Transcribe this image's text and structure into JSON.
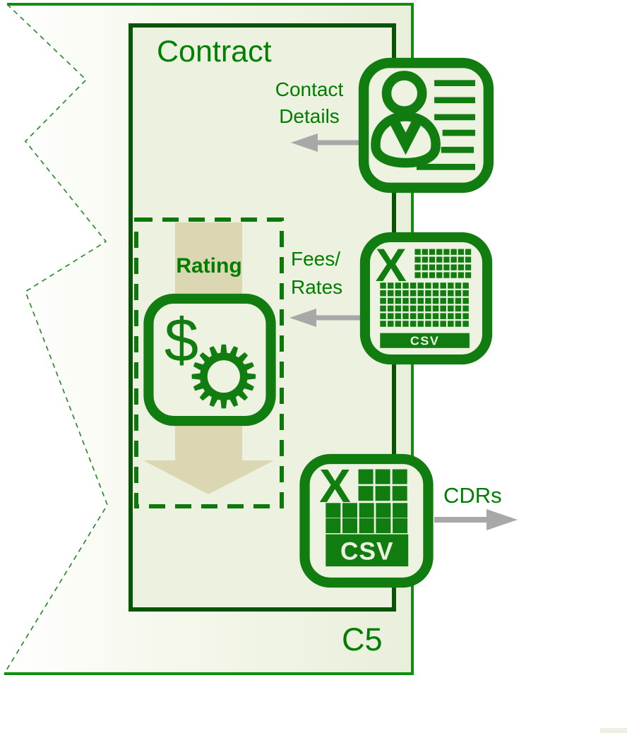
{
  "contract": {
    "title": "Contract",
    "tag": "C5"
  },
  "rating": {
    "label": "Rating",
    "currency_symbol": "$"
  },
  "flows": [
    {
      "id": "contact-details",
      "lines": [
        "Contact",
        "Details"
      ],
      "direction": "in",
      "icon": "contact-card"
    },
    {
      "id": "fees-rates",
      "lines": [
        "Fees/",
        "Rates"
      ],
      "direction": "in",
      "icon": "excel-csv-spreadsheet"
    },
    {
      "id": "cdrs",
      "lines": [
        "CDRs"
      ],
      "direction": "out",
      "icon": "csv-file"
    }
  ],
  "icons": {
    "excel_letter": "X",
    "csv_label": "CSV"
  },
  "colors": {
    "page_border": "#0f8e0f",
    "box_border": "#0a5408",
    "icon_green": "#117d11",
    "text_green": "#007d00",
    "page_fill": "#e9efdb",
    "box_fill": "#ecf1e0",
    "khaki_arrow": "#dbd7b3",
    "arrow_gray": "#a8a8a8"
  }
}
